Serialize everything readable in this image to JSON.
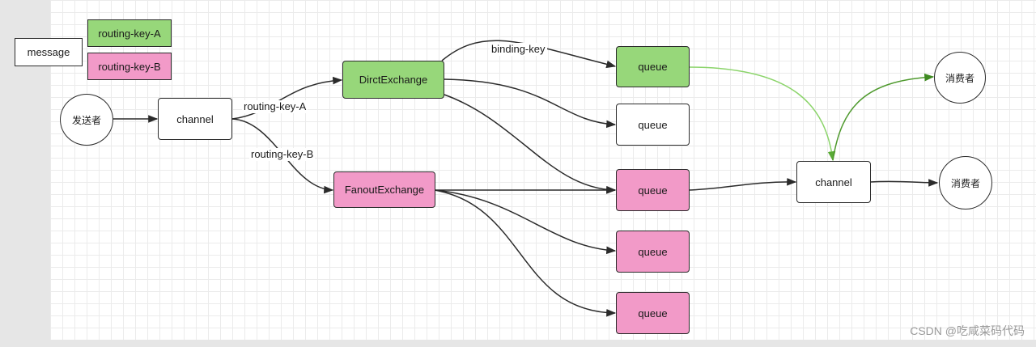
{
  "legend": {
    "message": "message",
    "key_a": "routing-key-A",
    "key_b": "routing-key-B"
  },
  "sender": "发送者",
  "channel_left": "channel",
  "direct_exchange": "DirctExchange",
  "fanout_exchange": "FanoutExchange",
  "queues": [
    "queue",
    "queue",
    "queue",
    "queue",
    "queue"
  ],
  "channel_right": "channel",
  "consumer_top": "消费者",
  "consumer_bottom": "消费者",
  "edge_labels": {
    "routing_key_a": "routing-key-A",
    "routing_key_b": "routing-key-B",
    "binding_key": "binding-key"
  },
  "colors": {
    "green": "#97d77a",
    "pink": "#f29ac8",
    "green_edge_light": "#8bd46a",
    "green_edge_dark": "#4f9a2e",
    "edge": "#2b2b2b"
  },
  "watermark": "CSDN @吃咸菜码代码"
}
